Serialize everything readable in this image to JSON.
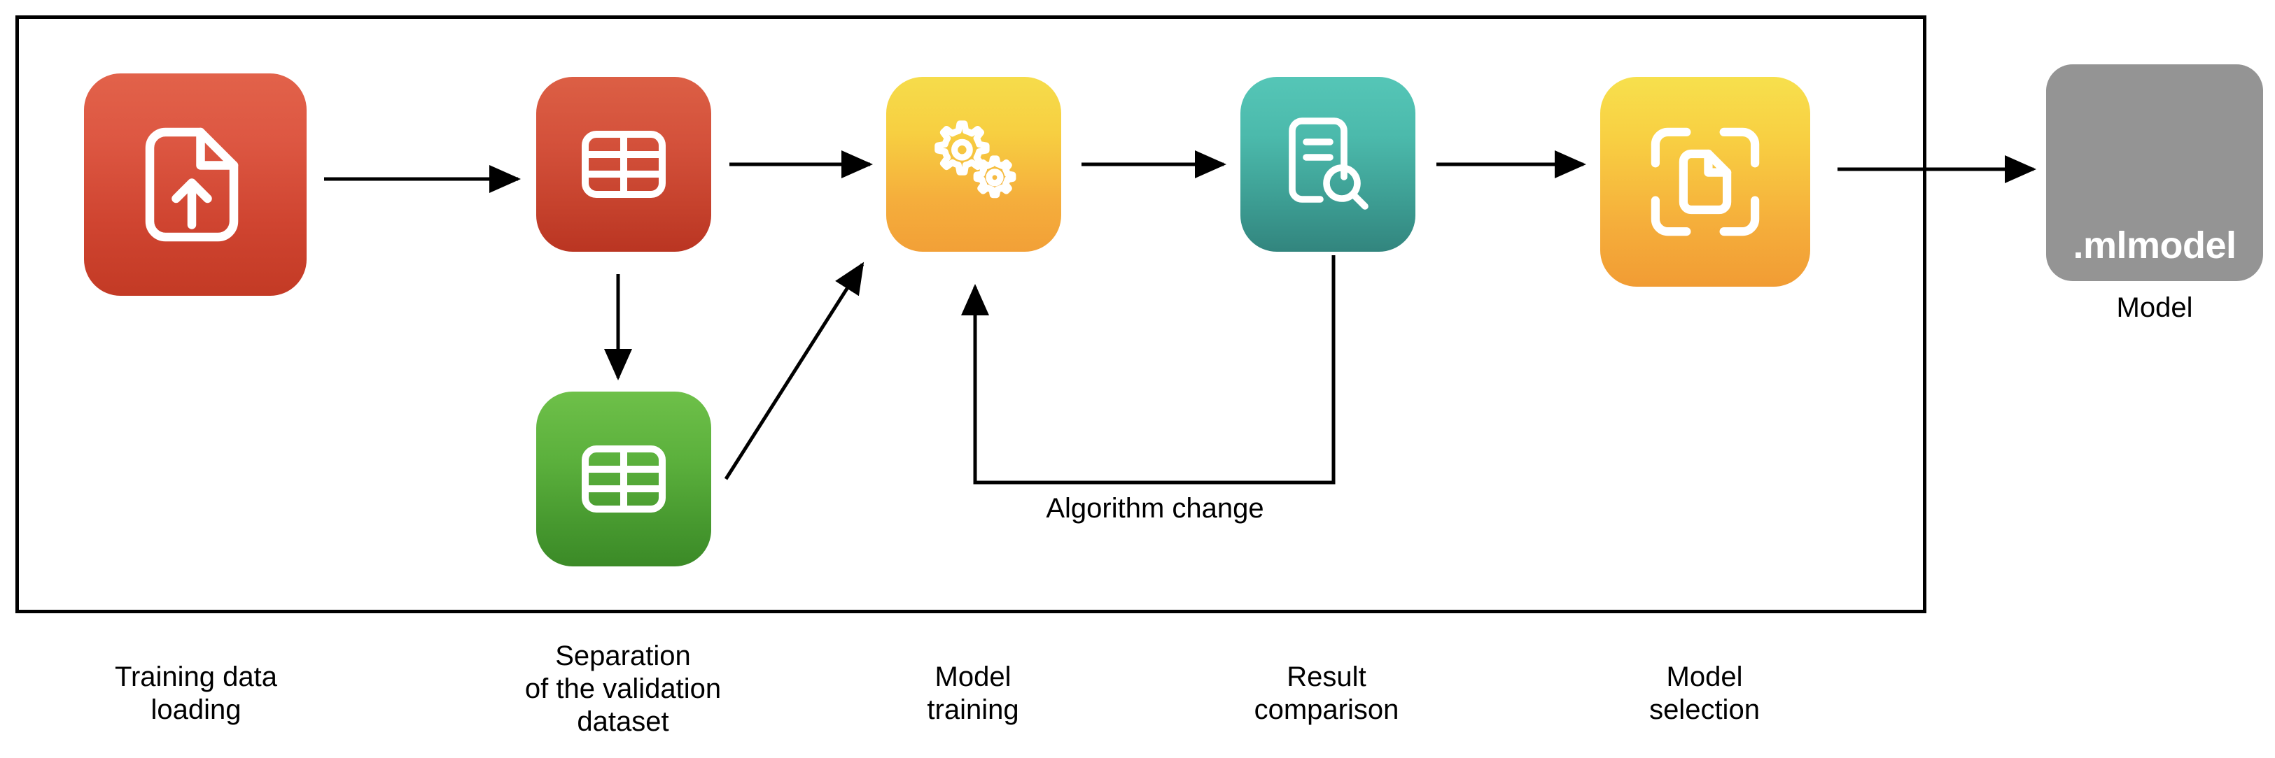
{
  "diagram": {
    "title_visible": false,
    "background_color": "#ffffff",
    "border_color": "#000000"
  },
  "steps": [
    {
      "id": "training-data-loading",
      "icon": "document-upload-icon",
      "caption": "Training data\nloading",
      "color_top": "#e2624a",
      "color_bottom": "#c33a25"
    },
    {
      "id": "validation-separation",
      "icon": "table-icon",
      "caption": "Separation\nof the validation\ndataset",
      "color_top": "#dc5f45",
      "color_bottom": "#ba3522"
    },
    {
      "id": "validation-dataset",
      "icon": "table-icon",
      "caption": "",
      "color_top": "#6ec049",
      "color_bottom": "#3b8a27"
    },
    {
      "id": "model-training",
      "icon": "gears-icon",
      "caption": "Model\ntraining",
      "color_top": "#f6dc4b",
      "color_bottom": "#f2a037"
    },
    {
      "id": "result-comparison",
      "icon": "document-search-icon",
      "caption": "Result\ncomparison",
      "color_top": "#55c6b7",
      "color_bottom": "#32857e"
    },
    {
      "id": "model-selection",
      "icon": "document-scan-icon",
      "caption": "Model\nselection",
      "color_top": "#f7e04d",
      "color_bottom": "#f19c34"
    }
  ],
  "output": {
    "extension_label": ".mlmodel",
    "caption": "Model",
    "color": "#949494"
  },
  "feedback": {
    "label": "Algorithm change"
  },
  "icon_names": {
    "document_upload": "document-upload-icon",
    "table": "table-icon",
    "gears": "gears-icon",
    "document_search": "document-search-icon",
    "document_scan": "document-scan-icon",
    "arrow": "arrow-right-icon"
  }
}
